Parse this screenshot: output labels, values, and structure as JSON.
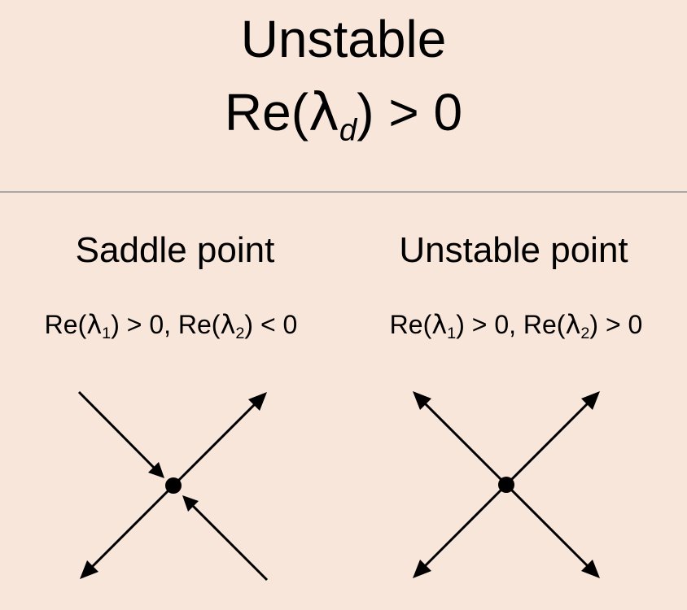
{
  "header": {
    "title": "Unstable",
    "condition": {
      "prefix": "Re(",
      "symbol": "λ",
      "subscript": "d",
      "suffix": ") > 0"
    }
  },
  "columns": [
    {
      "title": "Saddle point",
      "condition": {
        "part1_prefix": "Re(",
        "symbol": "λ",
        "sub1": "1",
        "part1_suffix": ") > 0, ",
        "part2_prefix": "Re(",
        "sub2": "2",
        "part2_suffix": ") < 0"
      },
      "flow": [
        "inward",
        "outward"
      ]
    },
    {
      "title": "Unstable point",
      "condition": {
        "part1_prefix": "Re(",
        "symbol": "λ",
        "sub1": "1",
        "part1_suffix": ") > 0, ",
        "part2_prefix": "Re(",
        "sub2": "2",
        "part2_suffix": ") > 0"
      },
      "flow": [
        "outward",
        "outward"
      ]
    }
  ],
  "colors": {
    "background": "#f7e6d9",
    "divider": "#a8a8a8",
    "ink": "#000000"
  }
}
